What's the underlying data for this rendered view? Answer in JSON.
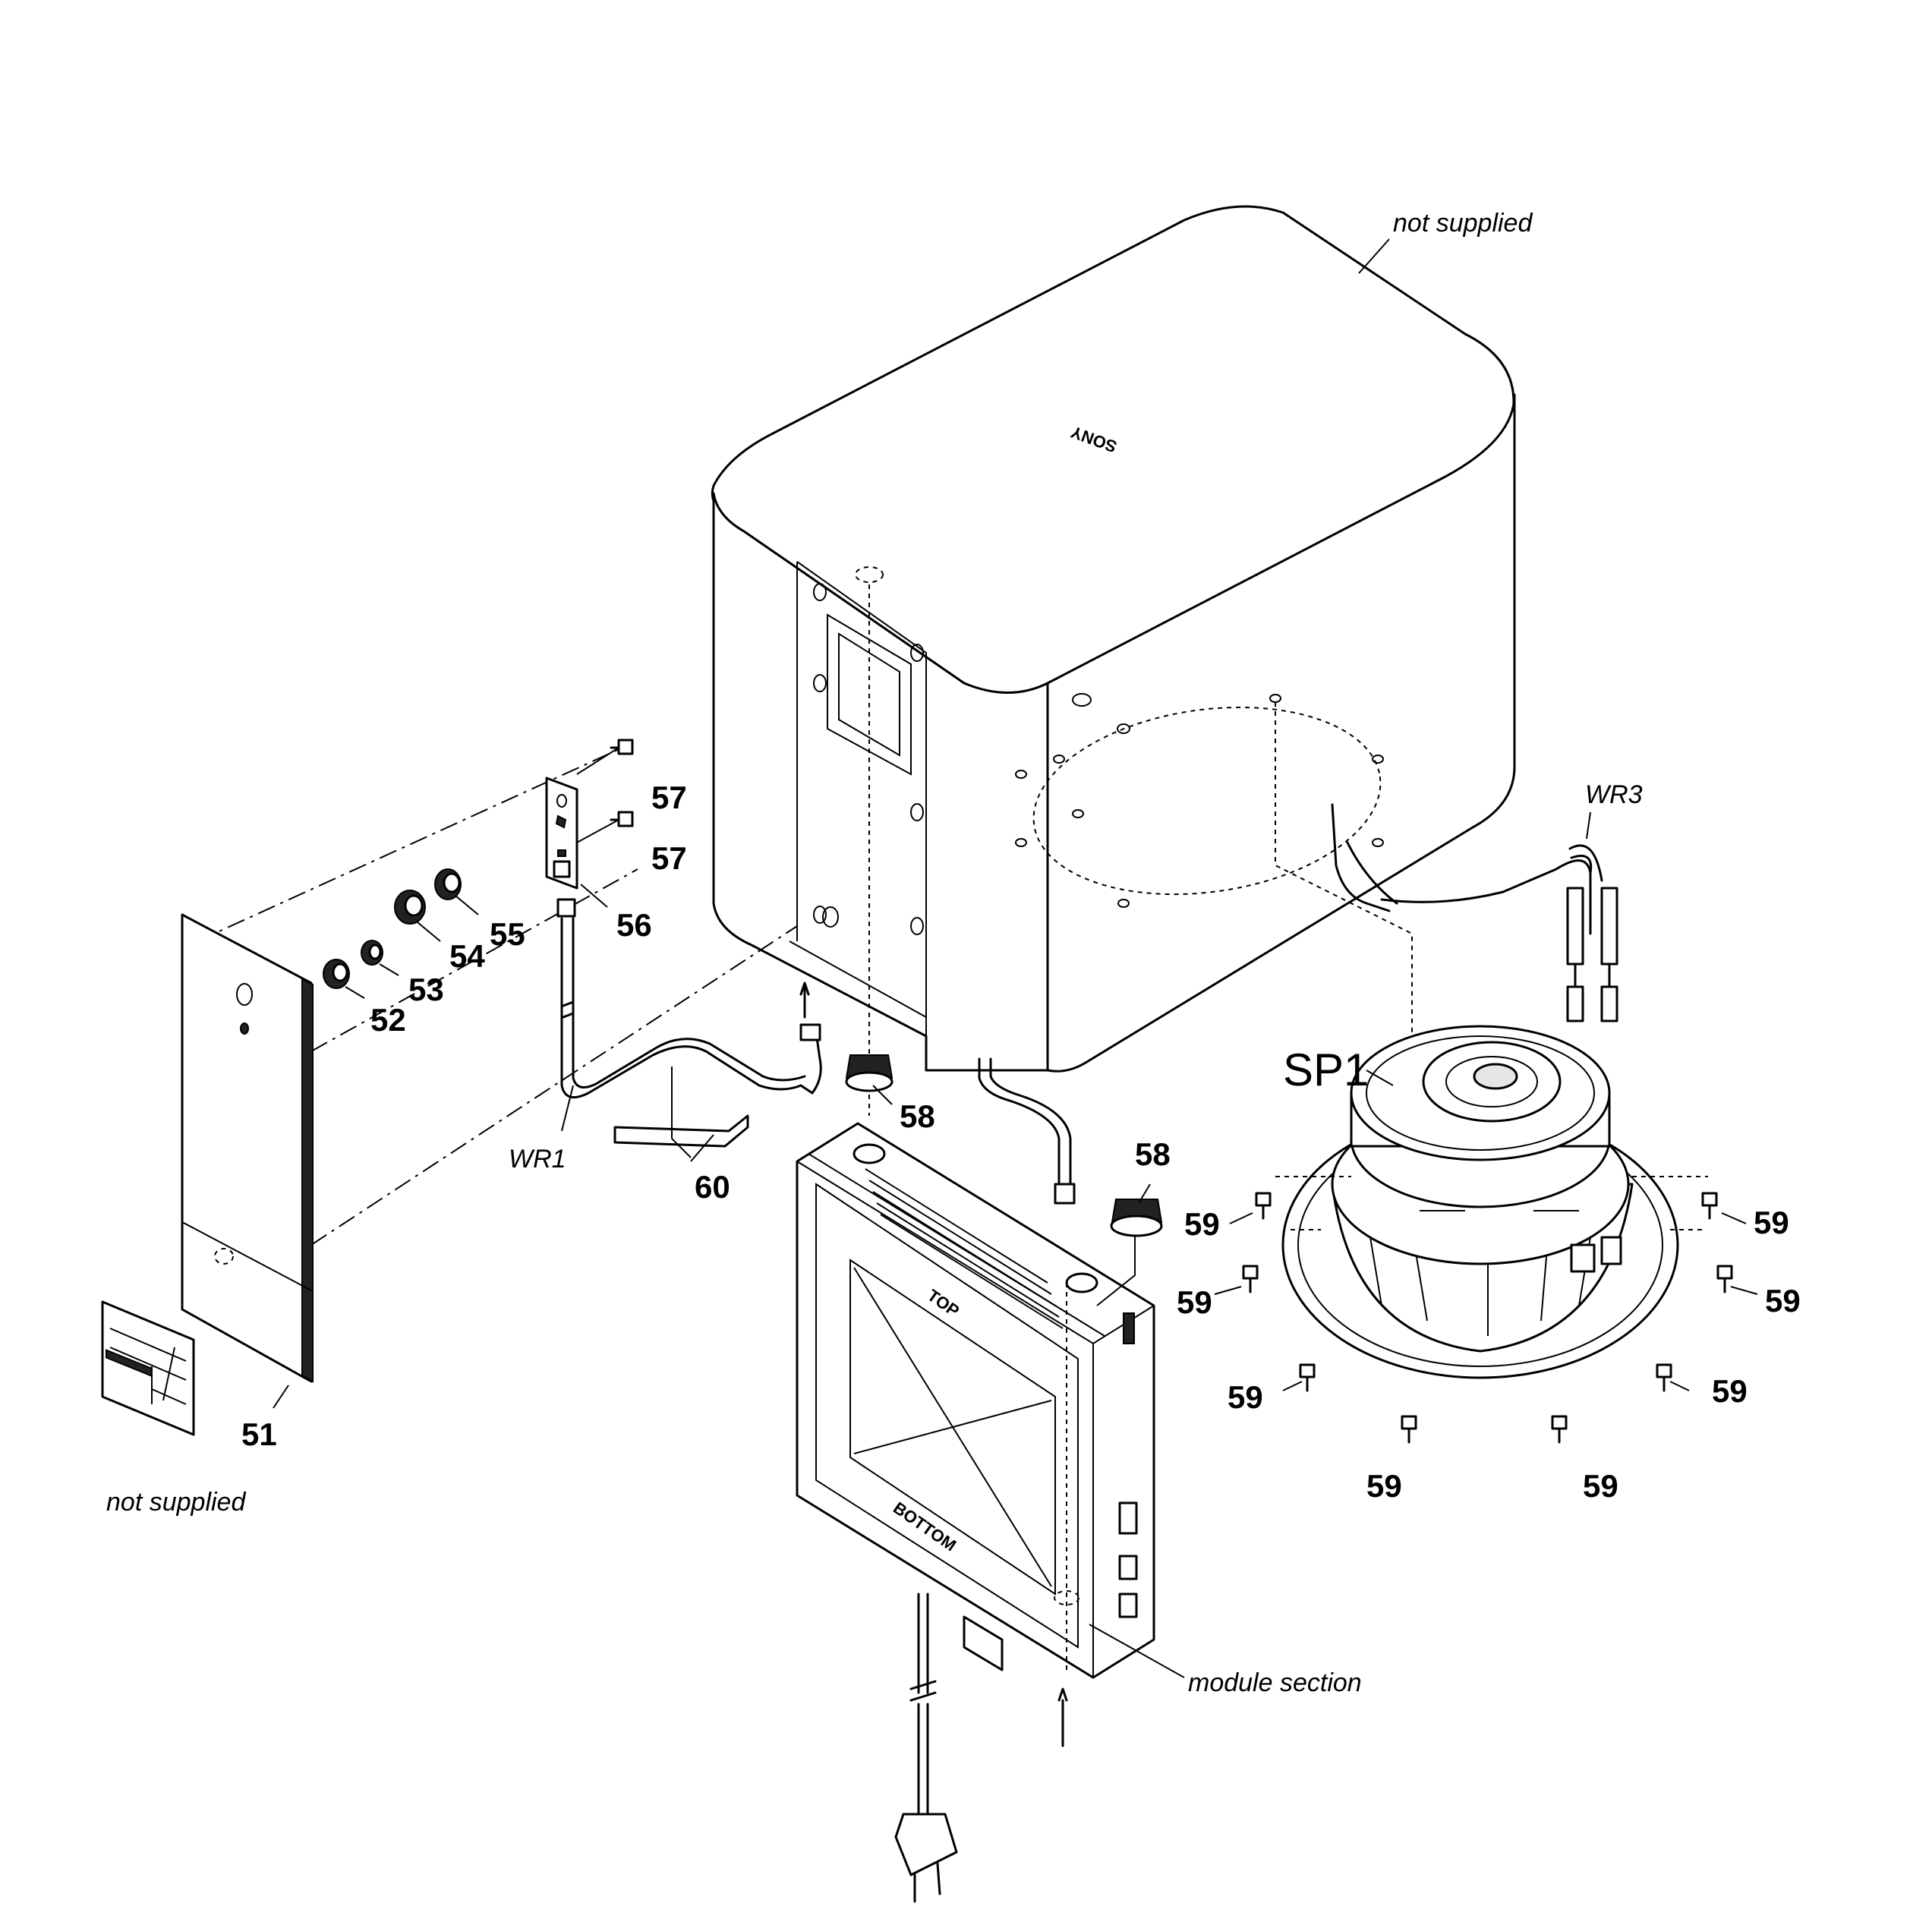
{
  "brand": "SONY",
  "labels": {
    "not_supplied_top": "not supplied",
    "not_supplied_bottom": "not supplied",
    "module_section": "module section",
    "sp1": "SP1",
    "wr1": "WR1",
    "wr3": "WR3",
    "top": "TOP",
    "bottom": "BOTTOM"
  },
  "part_numbers": {
    "p51": "51",
    "p52": "52",
    "p53": "53",
    "p54": "54",
    "p55": "55",
    "p56": "56",
    "p57a": "57",
    "p57b": "57",
    "p58a": "58",
    "p58b": "58",
    "p59a": "59",
    "p59b": "59",
    "p59c": "59",
    "p59d": "59",
    "p59e": "59",
    "p59f": "59",
    "p59g": "59",
    "p59h": "59",
    "p60": "60"
  }
}
